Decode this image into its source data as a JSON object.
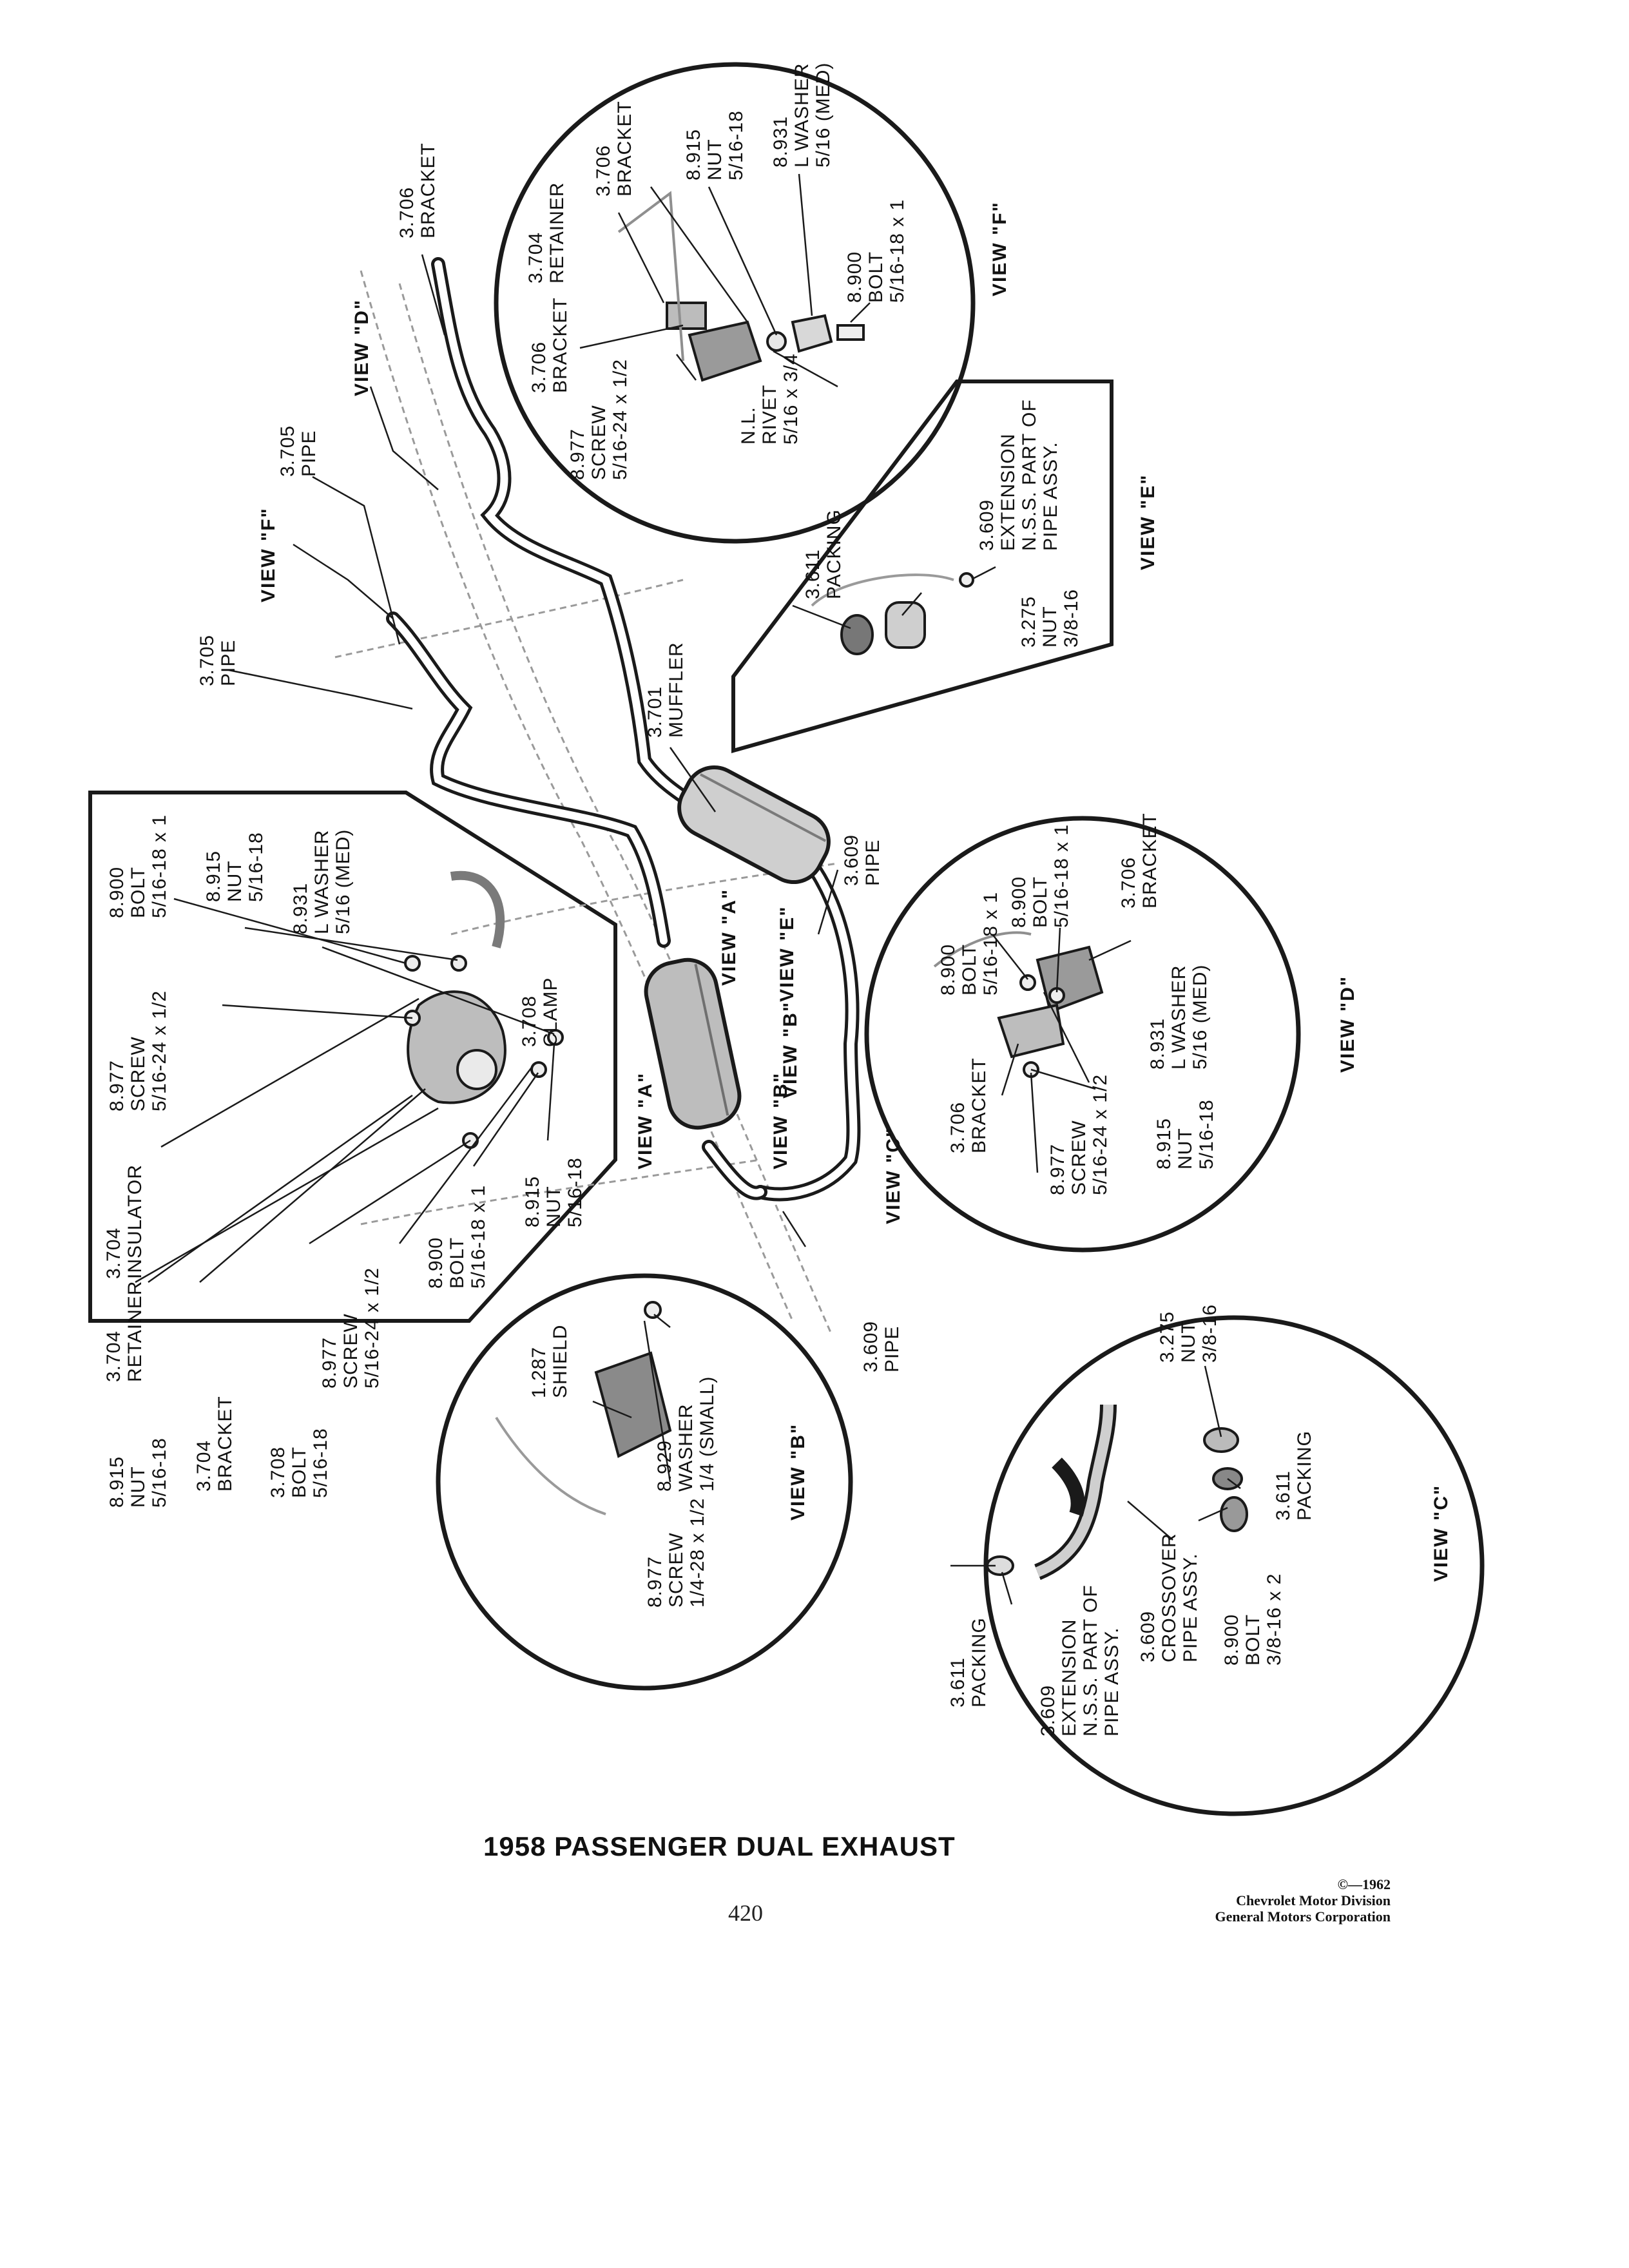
{
  "title": "1958 PASSENGER DUAL EXHAUST",
  "page_number": "420",
  "copyright": [
    "©—1962",
    "Chevrolet Motor Division",
    "General Motors Corporation"
  ],
  "views": {
    "a": "VIEW \"A\"",
    "b": "VIEW \"B\"",
    "c": "VIEW \"C\"",
    "d": "VIEW \"D\"",
    "e": "VIEW \"E\"",
    "f": "VIEW \"F\""
  },
  "main_labels": {
    "bracket_top": [
      "3.706",
      "BRACKET"
    ],
    "pipe_upper": [
      "3.705",
      "PIPE"
    ],
    "pipe_left": [
      "3.705",
      "PIPE"
    ],
    "muffler": [
      "3.701",
      "MUFFLER"
    ],
    "pipe_right": [
      "3.609",
      "PIPE"
    ],
    "pipe_bottom": [
      "3.609",
      "PIPE"
    ]
  },
  "view_f_labels": {
    "retainer": [
      "3.704",
      "RETAINER"
    ],
    "bracket_a": [
      "3.706",
      "BRACKET"
    ],
    "nut": [
      "8.915",
      "NUT",
      "5/16-18"
    ],
    "washer": [
      "8.931",
      "L WASHER",
      "5/16 (MED)"
    ],
    "bracket_b": [
      "3.706",
      "BRACKET"
    ],
    "bolt": [
      "8.900",
      "BOLT",
      "5/16-18 x 1"
    ],
    "screw": [
      "8.977",
      "SCREW",
      "5/16-24 x 1/2"
    ],
    "rivet": [
      "N.L.",
      "RIVET",
      "5/16 x 3/4"
    ]
  },
  "view_e_labels": {
    "packing": [
      "3.611",
      "PACKING"
    ],
    "extension": [
      "3.609",
      "EXTENSION",
      "N.S.S. PART OF",
      "PIPE ASSY."
    ],
    "nut": [
      "3.275",
      "NUT",
      "3/8-16"
    ]
  },
  "view_a_labels": {
    "bolt_top": [
      "8.900",
      "BOLT",
      "5/16-18 x 1"
    ],
    "nut_top": [
      "8.915",
      "NUT",
      "5/16-18"
    ],
    "washer": [
      "8.931",
      "L WASHER",
      "5/16 (MED)"
    ],
    "screw_top": [
      "8.977",
      "SCREW",
      "5/16-24 x 1/2"
    ],
    "clamp": [
      "3.708",
      "CLAMP"
    ],
    "insulator": [
      "3.704",
      "INSULATOR"
    ],
    "nut_mid": [
      "8.915",
      "NUT",
      "5/16-18"
    ],
    "retainer": [
      "3.704",
      "RETAINER"
    ],
    "bolt_bottom": [
      "8.900",
      "BOLT",
      "5/16-18 x 1"
    ],
    "screw_bottom": [
      "8.977",
      "SCREW",
      "5/16-24 x 1/2"
    ],
    "nut_bottom": [
      "8.915",
      "NUT",
      "5/16-18"
    ],
    "bracket": [
      "3.704",
      "BRACKET"
    ],
    "bolt_clamp": [
      "3.708",
      "BOLT",
      "5/16-18"
    ]
  },
  "view_d_labels": {
    "bolt_a": [
      "8.900",
      "BOLT",
      "5/16-18 x 1"
    ],
    "bolt_b": [
      "8.900",
      "BOLT",
      "5/16-18 x 1"
    ],
    "bracket_a": [
      "3.706",
      "BRACKET"
    ],
    "washer": [
      "8.931",
      "L WASHER",
      "5/16 (MED)"
    ],
    "nut": [
      "8.915",
      "NUT",
      "5/16-18"
    ],
    "bracket_b": [
      "3.706",
      "BRACKET"
    ],
    "screw": [
      "8.977",
      "SCREW",
      "5/16-24 x 1/2"
    ]
  },
  "view_b_labels": {
    "shield": [
      "1.287",
      "SHIELD"
    ],
    "washer": [
      "8.929",
      "WASHER",
      "1/4 (SMALL)"
    ],
    "screw": [
      "8.977",
      "SCREW",
      "1/4-28 x 1/2"
    ]
  },
  "view_c_labels": {
    "nut": [
      "3.275",
      "NUT",
      "3/8-16"
    ],
    "packing_right": [
      "3.611",
      "PACKING"
    ],
    "packing_left": [
      "3.611",
      "PACKING"
    ],
    "extension": [
      "3.609",
      "EXTENSION",
      "N.S.S. PART OF",
      "PIPE ASSY."
    ],
    "crossover": [
      "3.609",
      "CROSSOVER",
      "PIPE ASSY."
    ],
    "bolt": [
      "8.900",
      "BOLT",
      "3/8-16 x 2"
    ]
  }
}
